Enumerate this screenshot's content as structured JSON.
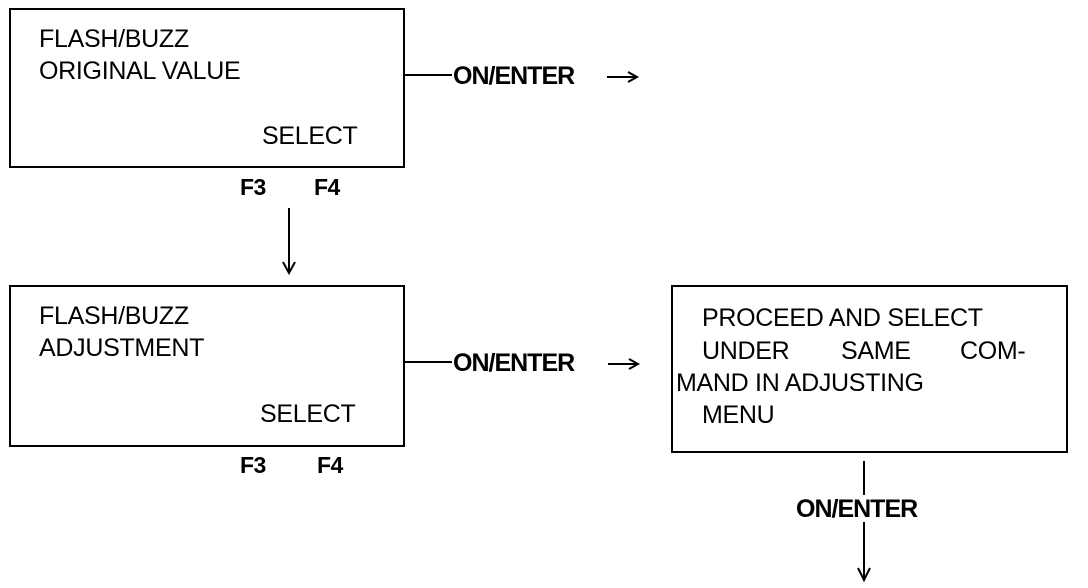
{
  "screen1": {
    "line1": "FLASH/BUZZ",
    "line2": "ORIGINAL VALUE",
    "select": "SELECT",
    "key_left": "F3",
    "key_right": "F4",
    "arrow_label": "ON/ENTER"
  },
  "screen2": {
    "line1": "FLASH/BUZZ",
    "line2": "ADJUSTMENT",
    "select": "SELECT",
    "key_left": "F3",
    "key_right": "F4",
    "arrow_label": "ON/ENTER"
  },
  "screen3": {
    "line1": "PROCEED AND SELECT",
    "line2_a": "UNDER",
    "line2_b": "SAME",
    "line2_c": "COM-",
    "line3": "MAND IN ADJUSTING",
    "line4": "MENU",
    "arrow_label": "ON/ENTER"
  }
}
